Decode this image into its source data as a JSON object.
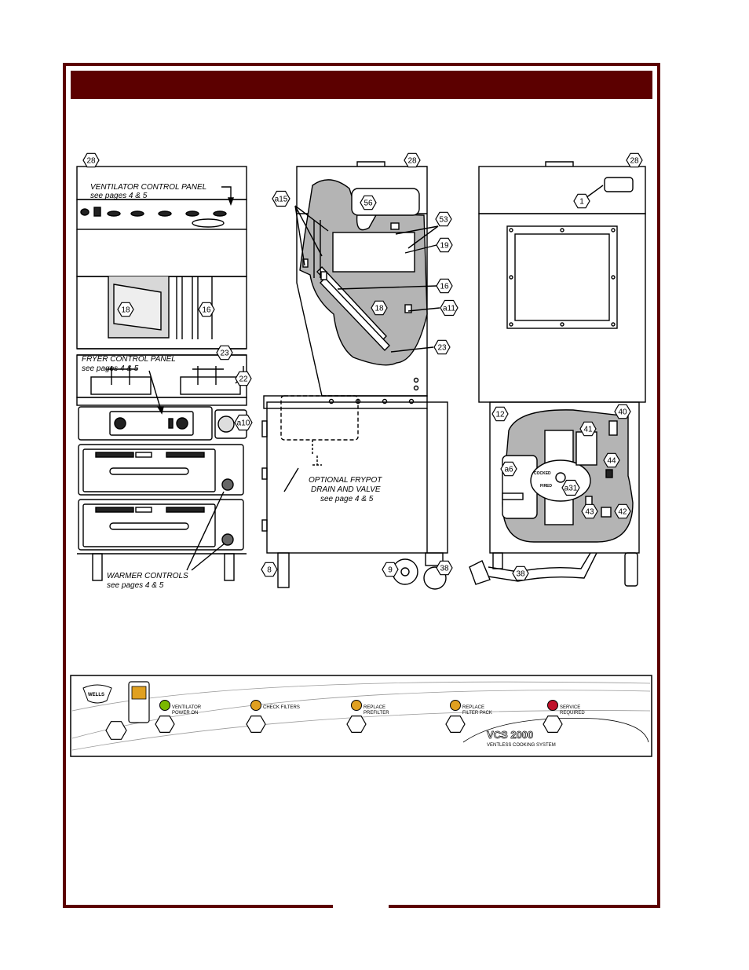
{
  "colors": {
    "frame": "#5c0000",
    "shade": "#b4b4b4",
    "green": "#7ab800",
    "amber": "#e0a020",
    "red": "#c0102a"
  },
  "front_view": {
    "callouts": {
      "c28": "28",
      "c18": "18",
      "c16": "16",
      "c23": "23",
      "c22": "22",
      "a10": "a10",
      "c8": "8"
    },
    "vent_panel_label": "VENTILATOR CONTROL PANEL",
    "vent_panel_ref": "see pages 4 & 5",
    "fryer_panel_label": "FRYER CONTROL PANEL",
    "fryer_panel_ref": "see pages 4 & 5",
    "warmer_label": "WARMER CONTROLS",
    "warmer_ref": "see pages 4 & 5"
  },
  "side_view": {
    "callouts": {
      "c28": "28",
      "a15": "a15",
      "c56": "56",
      "c53": "53",
      "c19": "19",
      "c16": "16",
      "c18": "18",
      "a11": "a11",
      "c23": "23",
      "c9": "9",
      "c38": "38"
    },
    "drain_label_1": "OPTIONAL FRYPOT",
    "drain_label_2": "DRAIN AND VALVE",
    "drain_ref": "see page 4 & 5"
  },
  "rear_view": {
    "callouts": {
      "c28": "28",
      "c1": "1",
      "c12": "12",
      "c40": "40",
      "c41": "41",
      "c44": "44",
      "a6": "a6",
      "a31": "a31",
      "c43": "43",
      "c42": "42",
      "c38": "38"
    },
    "cocked": "COCKED",
    "fired": "FIRED"
  },
  "control_panel": {
    "brand": "WELLS",
    "indicators": [
      {
        "line1": "VENTILATOR",
        "line2": "POWER ON",
        "color": "#7ab800"
      },
      {
        "line1": "CHECK FILTERS",
        "line2": "",
        "color": "#e0a020"
      },
      {
        "line1": "REPLACE",
        "line2": "PREFILTER",
        "color": "#e0a020"
      },
      {
        "line1": "REPLACE",
        "line2": "FILTER PACK",
        "color": "#e0a020"
      },
      {
        "line1": "SERVICE",
        "line2": "REQUIRED",
        "color": "#c0102a"
      }
    ],
    "model": "VCS 2000",
    "model_sub": "VENTLESS COOKING SYSTEM"
  }
}
